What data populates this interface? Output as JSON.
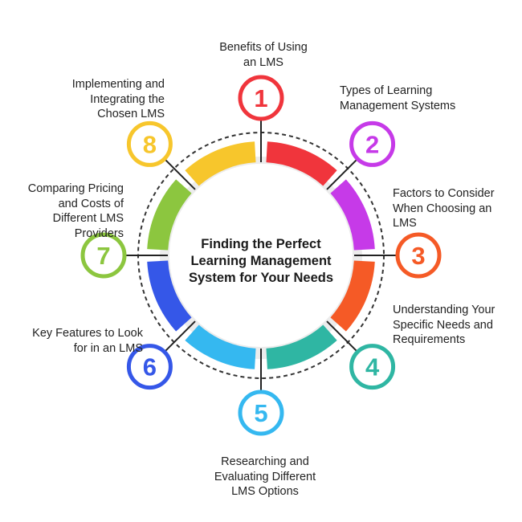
{
  "title": "Finding the Perfect\nLearning Management\nSystem for Your Needs",
  "steps": [
    {
      "number": "1",
      "label": "Benefits of Using\nan LMS",
      "color": "#F0353C"
    },
    {
      "number": "2",
      "label": "Types of Learning\nManagement Systems",
      "color": "#C63AE8"
    },
    {
      "number": "3",
      "label": "Factors to Consider\nWhen Choosing an\nLMS",
      "color": "#F55A26"
    },
    {
      "number": "4",
      "label": "Understanding Your\nSpecific Needs and\nRequirements",
      "color": "#2FB6A3"
    },
    {
      "number": "5",
      "label": "Researching and\nEvaluating Different\nLMS Options",
      "color": "#35B8F0"
    },
    {
      "number": "6",
      "label": "Key Features to Look\nfor in an LMS",
      "color": "#3557E8"
    },
    {
      "number": "7",
      "label": "Comparing Pricing\nand Costs of\nDifferent LMS\nProviders",
      "color": "#8CC63F"
    },
    {
      "number": "8",
      "label": "Implementing and\nIntegrating the\nChosen LMS",
      "color": "#F7C62C"
    }
  ]
}
